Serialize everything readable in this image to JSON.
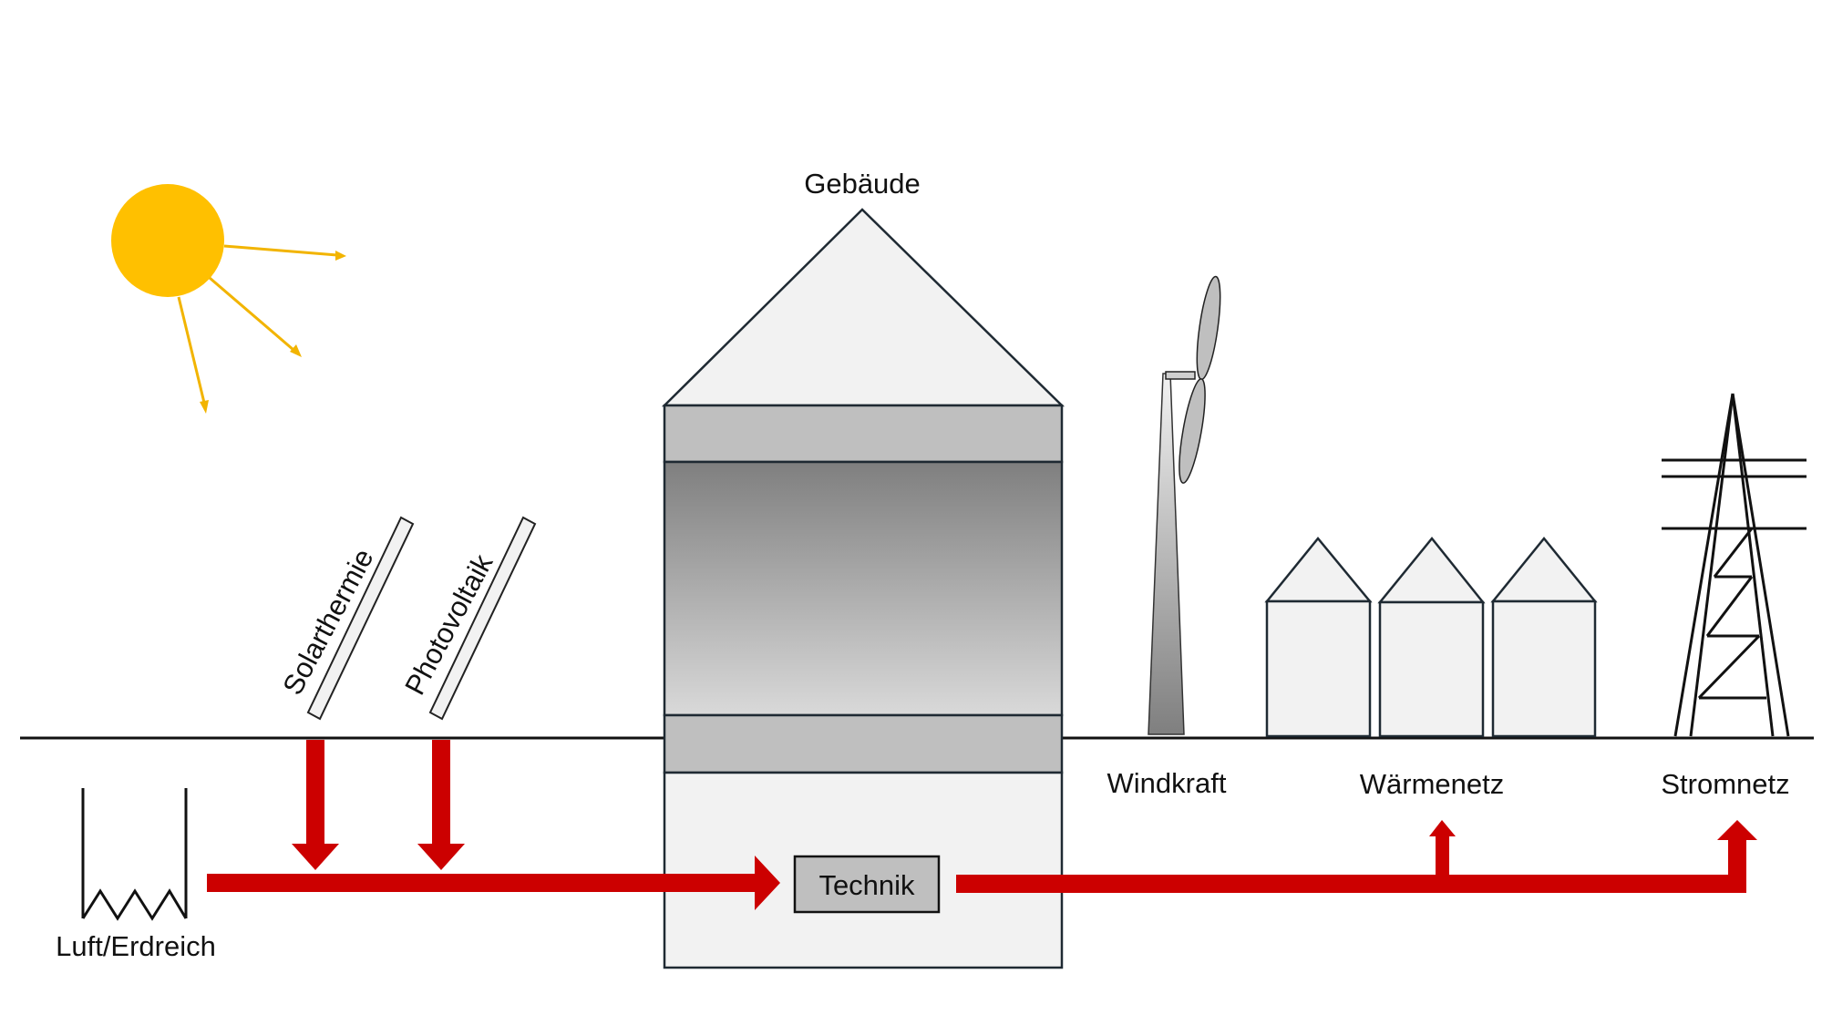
{
  "labels": {
    "building": "Gebäude",
    "solar_thermal": "Solarthermie",
    "photovoltaic": "Photovoltaik",
    "technik": "Technik",
    "air_ground": "Luft/Erdreich",
    "wind": "Windkraft",
    "heat_grid": "Wärmenetz",
    "power_grid": "Stromnetz"
  },
  "colors": {
    "sun": "#FFC000",
    "sun_rays": "#F2B400",
    "flow_arrows": "#CC0000",
    "building_light": "#F2F2F2",
    "building_band": "#BFBFBF",
    "technik_box": "#BFBFBF",
    "outline": "#1F2A33"
  },
  "icons": [
    "sun-icon",
    "wind-turbine-icon",
    "house-icon",
    "power-pylon-icon",
    "ground-heat-collector-icon"
  ]
}
